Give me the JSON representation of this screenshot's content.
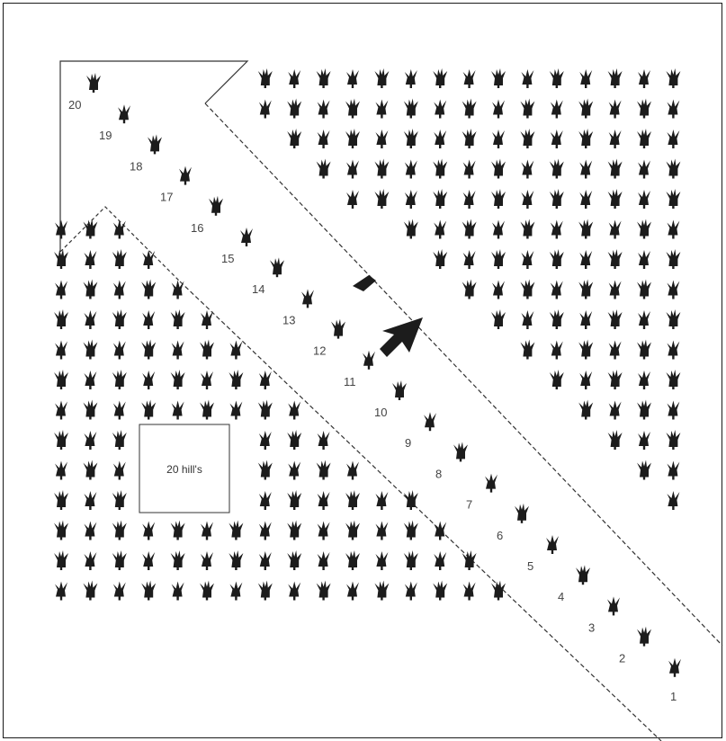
{
  "sample_numbers": [
    "20",
    "19",
    "18",
    "17",
    "16",
    "15",
    "14",
    "13",
    "12",
    "11",
    "10",
    "9",
    "8",
    "7",
    "6",
    "5",
    "4",
    "3",
    "2",
    "1"
  ],
  "box_label": "20 hill's",
  "colors": {
    "plant": "#1c1c1c",
    "line": "#333333",
    "text": "#444444"
  },
  "icons": {
    "plant": "corn-plant-icon",
    "arrow": "diagonal-arrow-outline",
    "pointer": "arrowhead-icon"
  }
}
